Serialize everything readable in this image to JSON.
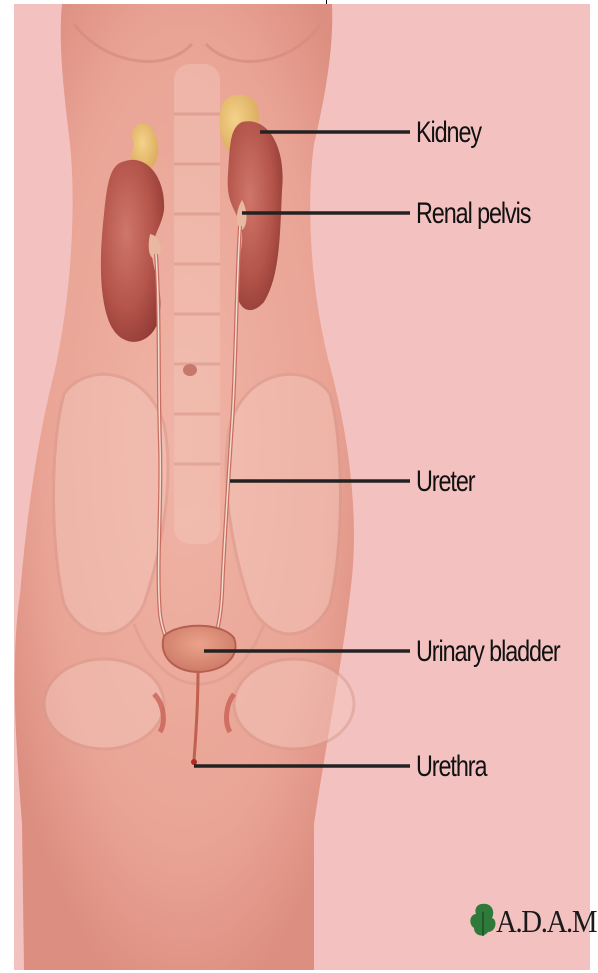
{
  "labels": {
    "kidney": "Kidney",
    "renal_pelvis": "Renal pelvis",
    "ureter": "Ureter",
    "urinary_bladder": "Urinary bladder",
    "urethra": "Urethra"
  },
  "logo": {
    "text": "A.D.A.M.",
    "icon": "leaf-icon"
  },
  "colors": {
    "background": "#f3c2c0",
    "skin": "#e8a498",
    "kidney": "#b8554a",
    "adrenal": "#e2b86c",
    "bladder": "#d98a76",
    "leader_line": "#222222"
  }
}
